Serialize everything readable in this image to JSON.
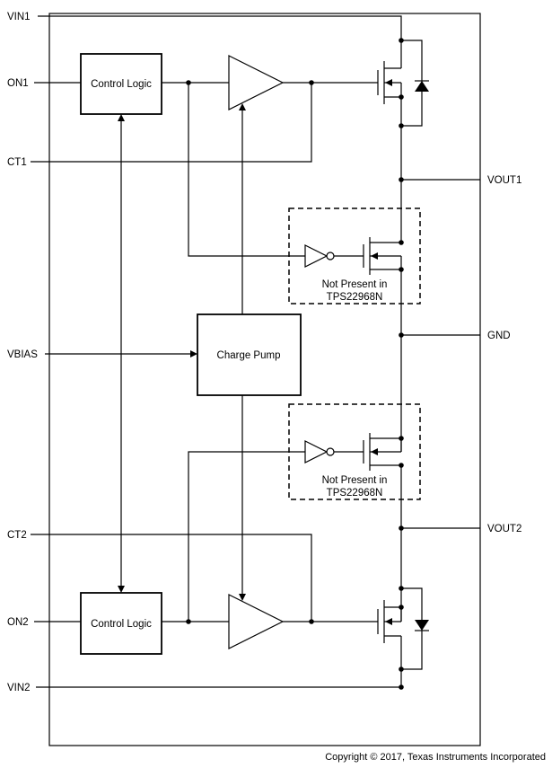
{
  "diagram": {
    "pins_left": [
      {
        "label": "VIN1"
      },
      {
        "label": "ON1"
      },
      {
        "label": "CT1"
      },
      {
        "label": "VBIAS"
      },
      {
        "label": "CT2"
      },
      {
        "label": "ON2"
      },
      {
        "label": "VIN2"
      }
    ],
    "pins_right": [
      {
        "label": "VOUT1"
      },
      {
        "label": "GND"
      },
      {
        "label": "VOUT2"
      }
    ],
    "blocks": {
      "control_logic_top": "Control Logic",
      "control_logic_bottom": "Control Logic",
      "charge_pump": "Charge Pump"
    },
    "notes": {
      "qod_top_line1": "Not Present in",
      "qod_top_line2": "TPS22968N",
      "qod_bottom_line1": "Not Present in",
      "qod_bottom_line2": "TPS22968N"
    },
    "footer": "Copyright © 2017, Texas Instruments Incorporated",
    "colors": {
      "line": "#000000",
      "background": "#ffffff"
    }
  }
}
